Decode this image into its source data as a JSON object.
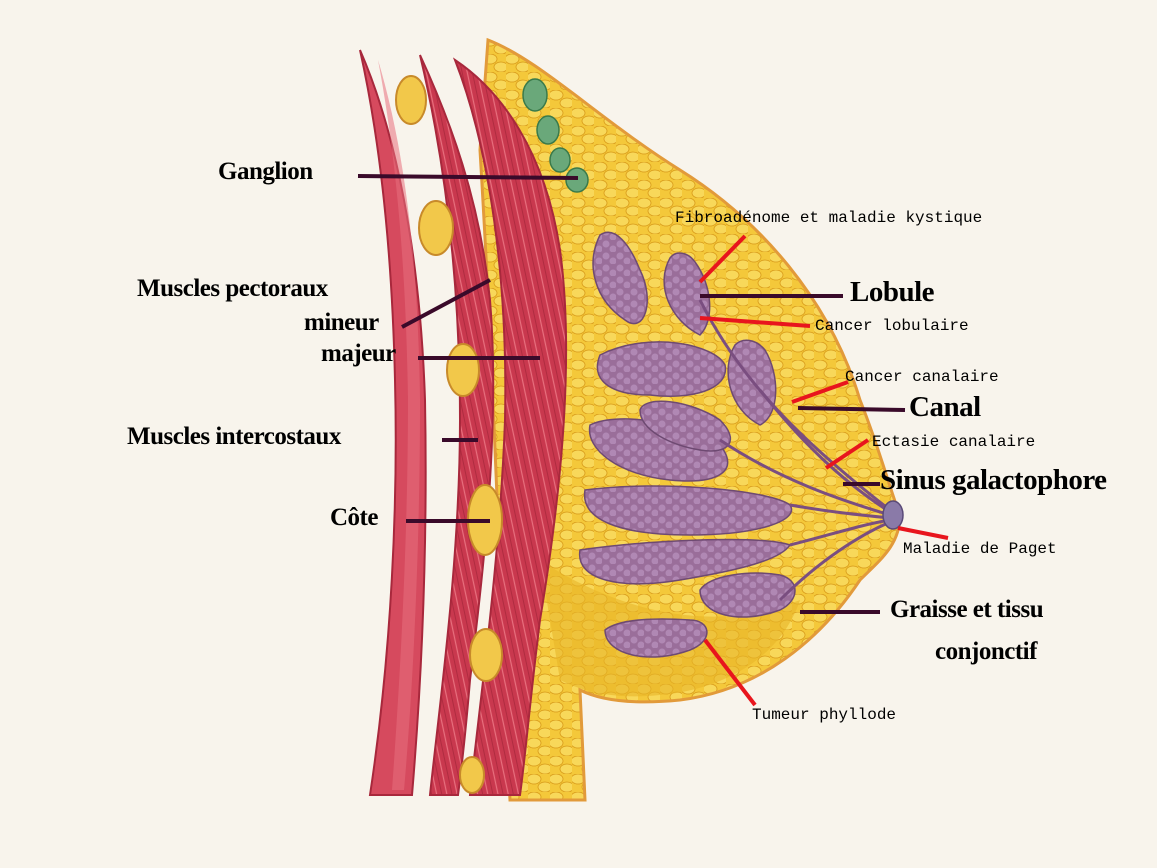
{
  "colors": {
    "background": "#f8f4ec",
    "muscle": "#c9384e",
    "muscle_light": "#e8707e",
    "fat": "#f4c83a",
    "fat_dark": "#d89a18",
    "lobule": "#9a6e9a",
    "lymph_node": "#6aa87a",
    "pointer_structure": "#3a0a2a",
    "pointer_disease": "#e8151d"
  },
  "labels": {
    "ganglion": "Ganglion",
    "muscles_pectoraux": "Muscles pectoraux",
    "mineur": "mineur",
    "majeur": "majeur",
    "muscles_intercostaux": "Muscles intercostaux",
    "cote": "Côte",
    "lobule": "Lobule",
    "canal": "Canal",
    "sinus_galactophore": "Sinus galactophore",
    "graisse_line1": "Graisse et tissu",
    "graisse_line2": "conjonctif"
  },
  "conditions": {
    "fibroadenome": "Fibroadénome et maladie kystique",
    "cancer_lobulaire": "Cancer lobulaire",
    "cancer_canalaire": "Cancer canalaire",
    "ectasie_canalaire": "Ectasie canalaire",
    "maladie_paget": "Maladie de Paget",
    "tumeur_phyllode": "Tumeur phyllode"
  }
}
